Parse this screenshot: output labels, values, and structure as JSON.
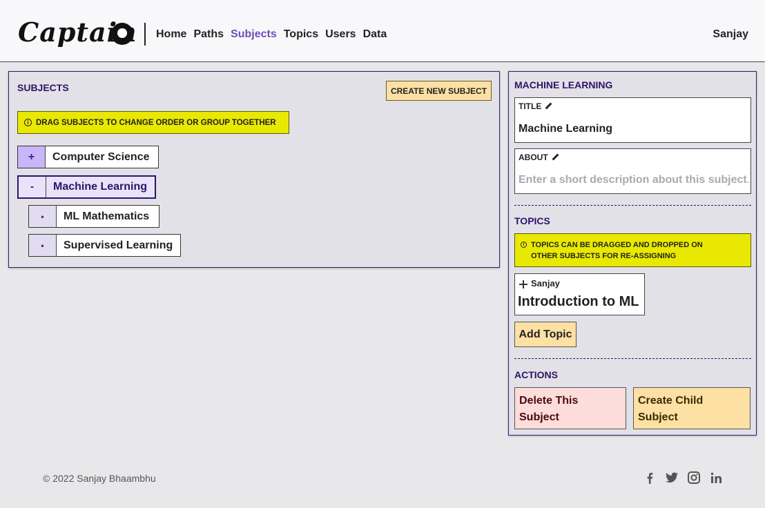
{
  "header": {
    "logo": "Captain",
    "nav": [
      "Home",
      "Paths",
      "Subjects",
      "Topics",
      "Users",
      "Data"
    ],
    "active_nav": "Subjects",
    "user": "Sanjay"
  },
  "subjects": {
    "title": "SUBJECTS",
    "create_button": "CREATE NEW SUBJECT",
    "hint": "DRAG SUBJECTS TO CHANGE ORDER OR GROUP TOGETHER",
    "items": [
      {
        "toggle": "+",
        "label": "Computer Science"
      },
      {
        "toggle": "-",
        "label": "Machine Learning"
      },
      {
        "toggle": "•",
        "label": "ML Mathematics"
      },
      {
        "toggle": "•",
        "label": "Supervised Learning"
      }
    ]
  },
  "detail": {
    "title": "MACHINE LEARNING",
    "title_field": {
      "label": "TITLE",
      "value": "Machine Learning"
    },
    "about_field": {
      "label": "ABOUT",
      "placeholder": "Enter a short description about this subject."
    },
    "topics_heading": "TOPICS",
    "topics_hint_line1": "TOPICS CAN BE DRAGGED AND DROPPED ON",
    "topics_hint_line2": "OTHER SUBJECTS FOR RE-ASSIGNING",
    "topic": {
      "author": "Sanjay",
      "name": "Introduction to ML"
    },
    "add_topic": "Add Topic",
    "actions_heading": "ACTIONS",
    "delete_line1": "Delete This",
    "delete_line2": "Subject",
    "child_line1": "Create Child",
    "child_line2": "Subject"
  },
  "footer": {
    "copyright": "© 2022 Sanjay Bhaambhu",
    "social_icons": [
      "facebook-icon",
      "twitter-icon",
      "instagram-icon",
      "linkedin-icon"
    ]
  }
}
